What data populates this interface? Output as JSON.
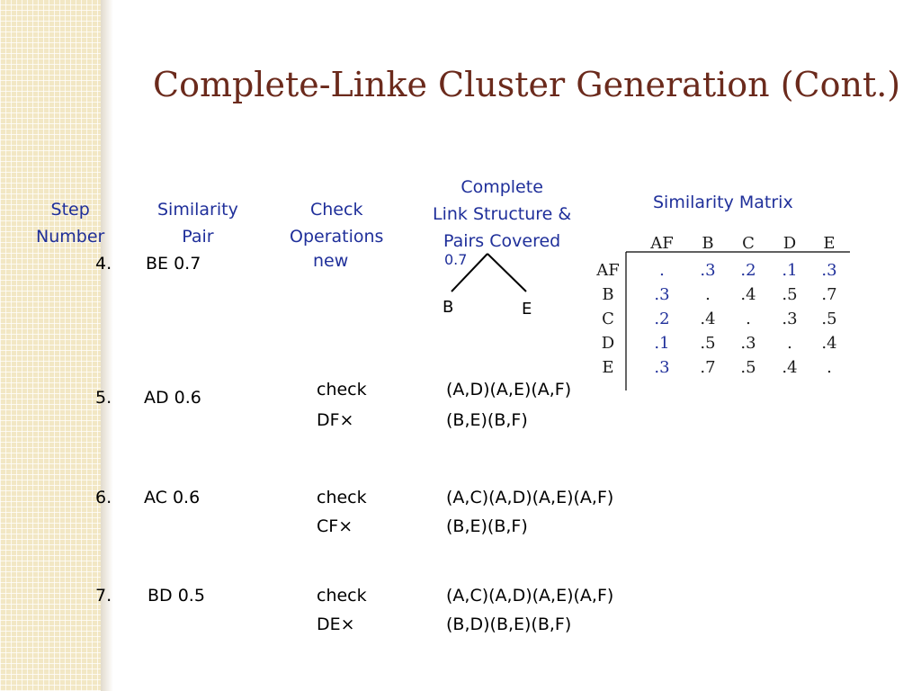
{
  "title": "Complete-Linke Cluster Generation (Cont.)",
  "headers": {
    "step": [
      "Step",
      "Number"
    ],
    "similarity_pair": [
      "Similarity",
      "Pair"
    ],
    "check": [
      "Check",
      "Operations"
    ],
    "complete": [
      "Complete",
      "Link Structure &",
      "Pairs Covered"
    ],
    "matrix": "Similarity Matrix"
  },
  "rows": [
    {
      "step": "4.",
      "pair": "BE 0.7",
      "op1": "new",
      "op2": "",
      "cov1": "",
      "cov2": ""
    },
    {
      "step": "5.",
      "pair": "AD 0.6",
      "op1": "check",
      "op2": "DF×",
      "cov1": "(A,D)(A,E)(A,F)",
      "cov2": "(B,E)(B,F)"
    },
    {
      "step": "6.",
      "pair": "AC 0.6",
      "op1": "check",
      "op2": "CF×",
      "cov1": "(A,C)(A,D)(A,E)(A,F)",
      "cov2": "(B,E)(B,F)"
    },
    {
      "step": "7.",
      "pair": "BD 0.5",
      "op1": "check",
      "op2": "DE×",
      "cov1": "(A,C)(A,D)(A,E)(A,F)",
      "cov2": "(B,D)(B,E)(B,F)"
    }
  ],
  "tree": {
    "value": "0.7",
    "left": "B",
    "right": "E"
  },
  "matrix": {
    "columns": [
      "AF",
      "B",
      "C",
      "D",
      "E"
    ],
    "rows": [
      {
        "label": "AF",
        "cells": [
          ".",
          ".3",
          ".2",
          ".1",
          ".3"
        ]
      },
      {
        "label": "B",
        "cells": [
          ".3",
          ".",
          ".4",
          ".5",
          ".7"
        ]
      },
      {
        "label": "C",
        "cells": [
          ".2",
          ".4",
          ".",
          ".3",
          ".5"
        ]
      },
      {
        "label": "D",
        "cells": [
          ".1",
          ".5",
          ".3",
          ".",
          ".4"
        ]
      },
      {
        "label": "E",
        "cells": [
          ".3",
          ".7",
          ".5",
          ".4",
          "."
        ]
      }
    ]
  },
  "colors": {
    "title": "#6b2a1c",
    "header": "#1f2f9a",
    "strip": "#f2e7c4"
  }
}
